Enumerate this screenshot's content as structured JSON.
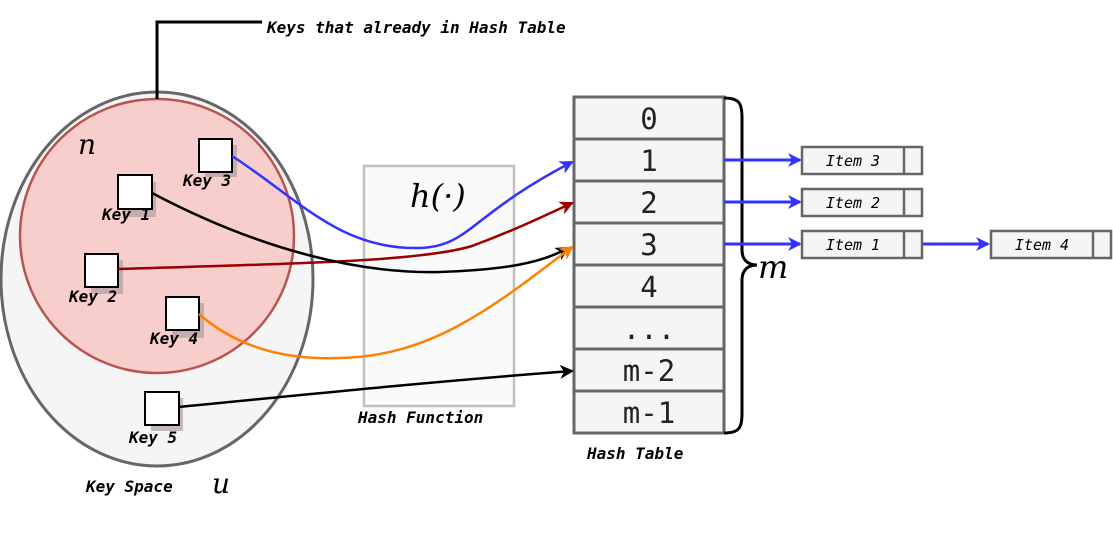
{
  "callout": {
    "label": "Keys that already in Hash Table"
  },
  "key_space": {
    "label": "Key Space",
    "symbol": "u",
    "subset_symbol": "n",
    "keys": [
      "Key 1",
      "Key 2",
      "Key 3",
      "Key 4",
      "Key 5"
    ]
  },
  "hash_function": {
    "symbol": "h(·)",
    "label": "Hash Function"
  },
  "hash_table": {
    "label": "Hash Table",
    "size_symbol": "m",
    "slots": [
      "0",
      "1",
      "2",
      "3",
      "4",
      "...",
      "m-2",
      "m-1"
    ]
  },
  "chains": {
    "slot_1": [
      "Item 3"
    ],
    "slot_2": [
      "Item 2"
    ],
    "slot_3": [
      "Item 1",
      "Item 4"
    ]
  },
  "colors": {
    "blue_arrow": "#3333ff",
    "dark_red_arrow": "#990000",
    "orange_arrow": "#ff8000",
    "black_arrow": "#000000",
    "subset_fill": "#f8cecc",
    "subset_stroke": "#b85450",
    "space_fill": "#f5f5f5",
    "space_stroke": "#666666"
  }
}
